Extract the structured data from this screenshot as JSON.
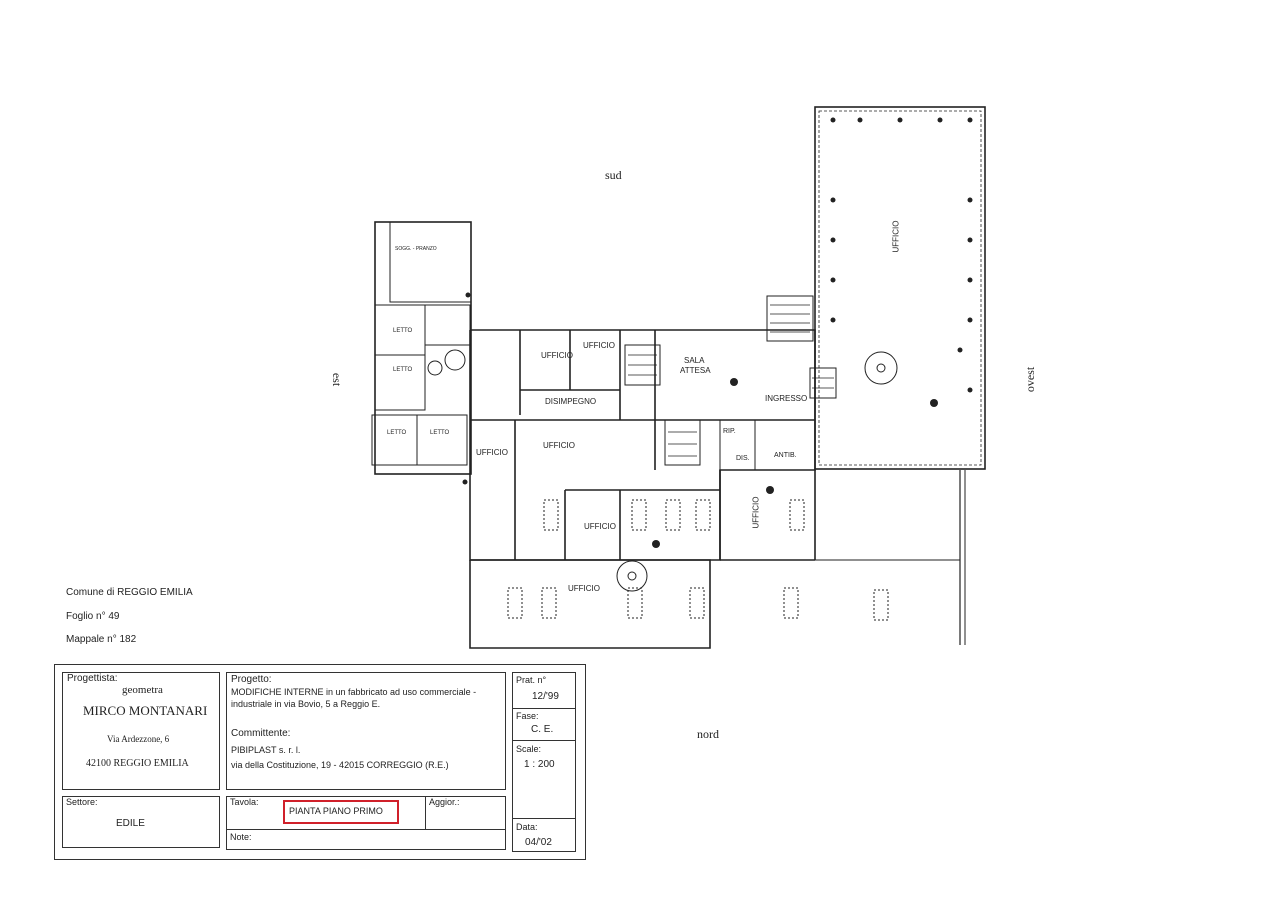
{
  "orientation": {
    "south": "sud",
    "north": "nord",
    "east": "est",
    "west": "ovest"
  },
  "location": {
    "comune": "Comune di REGGIO EMILIA",
    "foglio": "Foglio n° 49",
    "mappale": "Mappale n° 182"
  },
  "rooms": {
    "ufficio": "UFFICIO",
    "sala": "SALA",
    "attesa": "ATTESA",
    "ingresso": "INGRESSO",
    "disimpegno": "DISIMPEGNO",
    "letto": "LETTO",
    "soggiorno": "SOGG. - PRANZO",
    "rip": "RIP.",
    "dis": "DIS.",
    "antib": "ANTIB."
  },
  "title_block": {
    "progettista_label": "Progettista:",
    "progettista_title": "geometra",
    "progettista_name": "MIRCO MONTANARI",
    "progettista_street": "Via Ardezzone, 6",
    "progettista_city": "42100 REGGIO EMILIA",
    "progetto_label": "Progetto:",
    "progetto_line1": "MODIFICHE INTERNE in un fabbricato ad uso commerciale -",
    "progetto_line2": "industriale in via Bovio, 5 a Reggio E.",
    "committente_label": "Committente:",
    "committente_name": "PIBIPLAST s. r. l.",
    "committente_address": "via della Costituzione, 19 - 42015 CORREGGIO (R.E.)",
    "prat_label": "Prat. n°",
    "prat_value": "12/'99",
    "fase_label": "Fase:",
    "fase_value": "C. E.",
    "scale_label": "Scale:",
    "scale_value": "1 : 200",
    "data_label": "Data:",
    "data_value": "04/'02",
    "settore_label": "Settore:",
    "settore_value": "EDILE",
    "tavola_label": "Tavola:",
    "tavola_value": "PIANTA PIANO PRIMO",
    "aggior_label": "Aggior.:",
    "note_label": "Note:"
  },
  "colors": {
    "line": "#222222",
    "highlight": "#d0202a"
  }
}
